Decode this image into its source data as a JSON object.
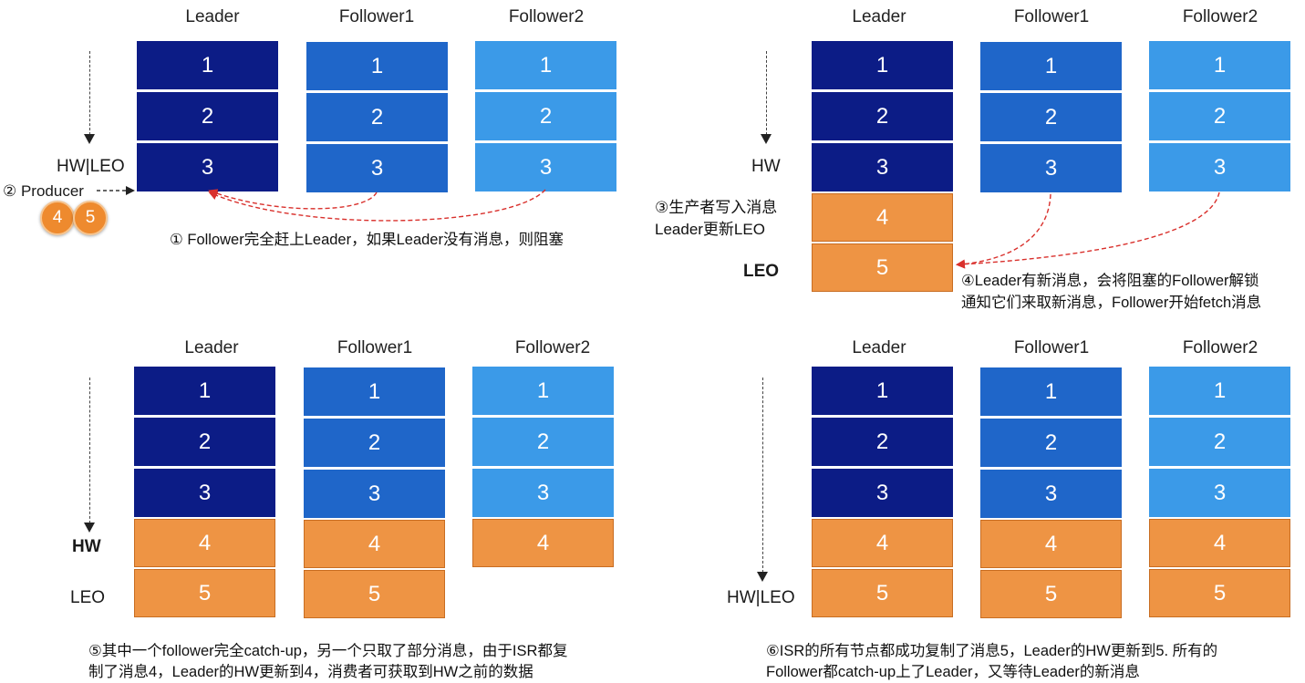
{
  "columns": {
    "leader": "Leader",
    "f1": "Follower1",
    "f2": "Follower2"
  },
  "cells": {
    "n1": "1",
    "n2": "2",
    "n3": "3",
    "n4": "4",
    "n5": "5"
  },
  "panel1": {
    "marker": "HW|LEO",
    "producer": "② Producer",
    "badge_a": "4",
    "badge_b": "5",
    "note": "① Follower完全赶上Leader，如果Leader没有消息，则阻塞"
  },
  "panel2": {
    "hw": "HW",
    "leo": "LEO",
    "write_note": [
      "③生产者写入消息",
      "Leader更新LEO"
    ],
    "note": [
      "④Leader有新消息，会将阻塞的Follower解锁",
      "通知它们来取新消息，Follower开始fetch消息"
    ]
  },
  "panel3": {
    "hw": "HW",
    "leo": "LEO",
    "note": [
      "⑤其中一个follower完全catch-up，另一个只取了部分消息，由于ISR都复",
      "制了消息4，Leader的HW更新到4，消费者可获取到HW之前的数据"
    ]
  },
  "panel4": {
    "marker": "HW|LEO",
    "note": [
      "⑥ISR的所有节点都成功复制了消息5，Leader的HW更新到5. 所有的",
      "Follower都catch-up上了Leader，又等待Leader的新消息"
    ]
  },
  "colors": {
    "leader": "#0c1c86",
    "follower1": "#1f66c9",
    "follower2": "#3b9ae8",
    "new_message": "#ee9444",
    "fetch_arrow": "#d9302c"
  }
}
